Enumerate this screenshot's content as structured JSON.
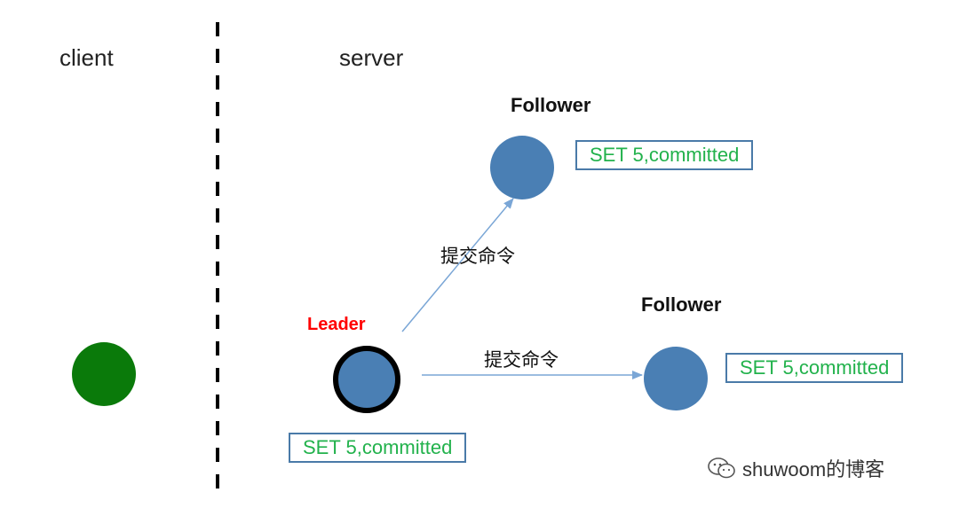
{
  "sections": {
    "client": "client",
    "server": "server"
  },
  "nodes": {
    "follower_top": {
      "label": "Follower",
      "status": "SET 5,committed"
    },
    "follower_right": {
      "label": "Follower",
      "status": "SET 5,committed"
    },
    "leader": {
      "label": "Leader",
      "status": "SET 5,committed"
    }
  },
  "edges": {
    "leader_to_top": {
      "label": "提交命令"
    },
    "leader_to_right": {
      "label": "提交命令"
    }
  },
  "watermark": {
    "icon": "wechat-icon",
    "text": "shuwoom的博客"
  },
  "colors": {
    "node_fill": "#4a7fb4",
    "client_fill": "#0a7a0a",
    "leader_ring": "#000000",
    "leader_label": "#ff0000",
    "status_text": "#22b24c",
    "status_border": "#4a7aa8",
    "arrow": "#7aa6d6",
    "divider": "#000000"
  }
}
